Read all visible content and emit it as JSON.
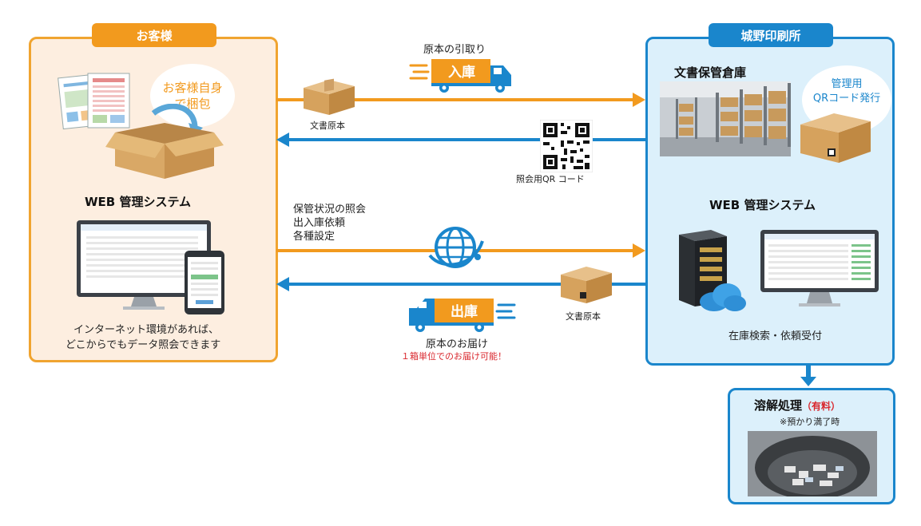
{
  "customer": {
    "tab_label": "お客様",
    "self_pack_line1": "お客様自身",
    "self_pack_line2": "で梱包",
    "web_title": "WEB 管理システム",
    "caption_line1": "インターネット環境があれば、",
    "caption_line2": "どこからでもデータ照会できます"
  },
  "printer": {
    "tab_label": "城野印刷所",
    "warehouse_title": "文書保管倉庫",
    "qr_issue_line1": "管理用",
    "qr_issue_line2": "QRコード発行",
    "web_title": "WEB 管理システム",
    "caption": "在庫検索・依頼受付"
  },
  "flows": {
    "pickup_label": "原本の引取り",
    "inbound_truck_label": "入庫",
    "box_label_top": "文書原本",
    "qr_label": "照会用QR コード",
    "inquiry_line1": "保管状況の照会",
    "inquiry_line2": "出入庫依頼",
    "inquiry_line3": "各種設定",
    "box_label_bottom": "文書原本",
    "outbound_truck_label": "出庫",
    "delivery_label": "原本のお届け",
    "delivery_note": "１箱単位でのお届け可能！"
  },
  "dissolve": {
    "title": "溶解処理",
    "fee_label": "（有料）",
    "note": "※預かり満了時"
  },
  "colors": {
    "orange": "#f29a1e",
    "blue": "#1a86cc",
    "left_bg": "#fdeee0",
    "right_bg": "#dcf0fb",
    "fee_red": "#d9262c"
  }
}
